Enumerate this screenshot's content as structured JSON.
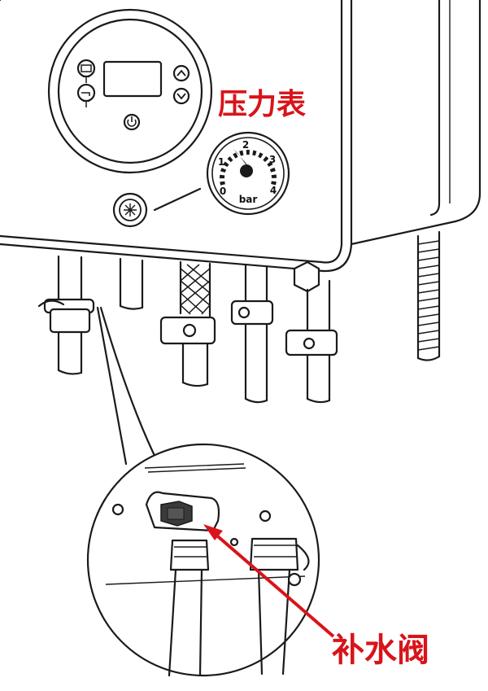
{
  "labels": {
    "pressure_gauge": "压力表",
    "fill_valve": "补水阀"
  },
  "gauge": {
    "ticks": [
      "0",
      "1",
      "2",
      "3",
      "4"
    ],
    "unit": "bar"
  },
  "colors": {
    "label": "#d8141a",
    "line": "#1a1a1a",
    "background": "#ffffff"
  },
  "icons": {
    "panel_left_top": "radiator-icon",
    "panel_left_bottom": "tap-icon",
    "panel_right_top": "chevron-up-icon",
    "panel_right_bottom": "chevron-down-icon",
    "power": "power-icon"
  }
}
